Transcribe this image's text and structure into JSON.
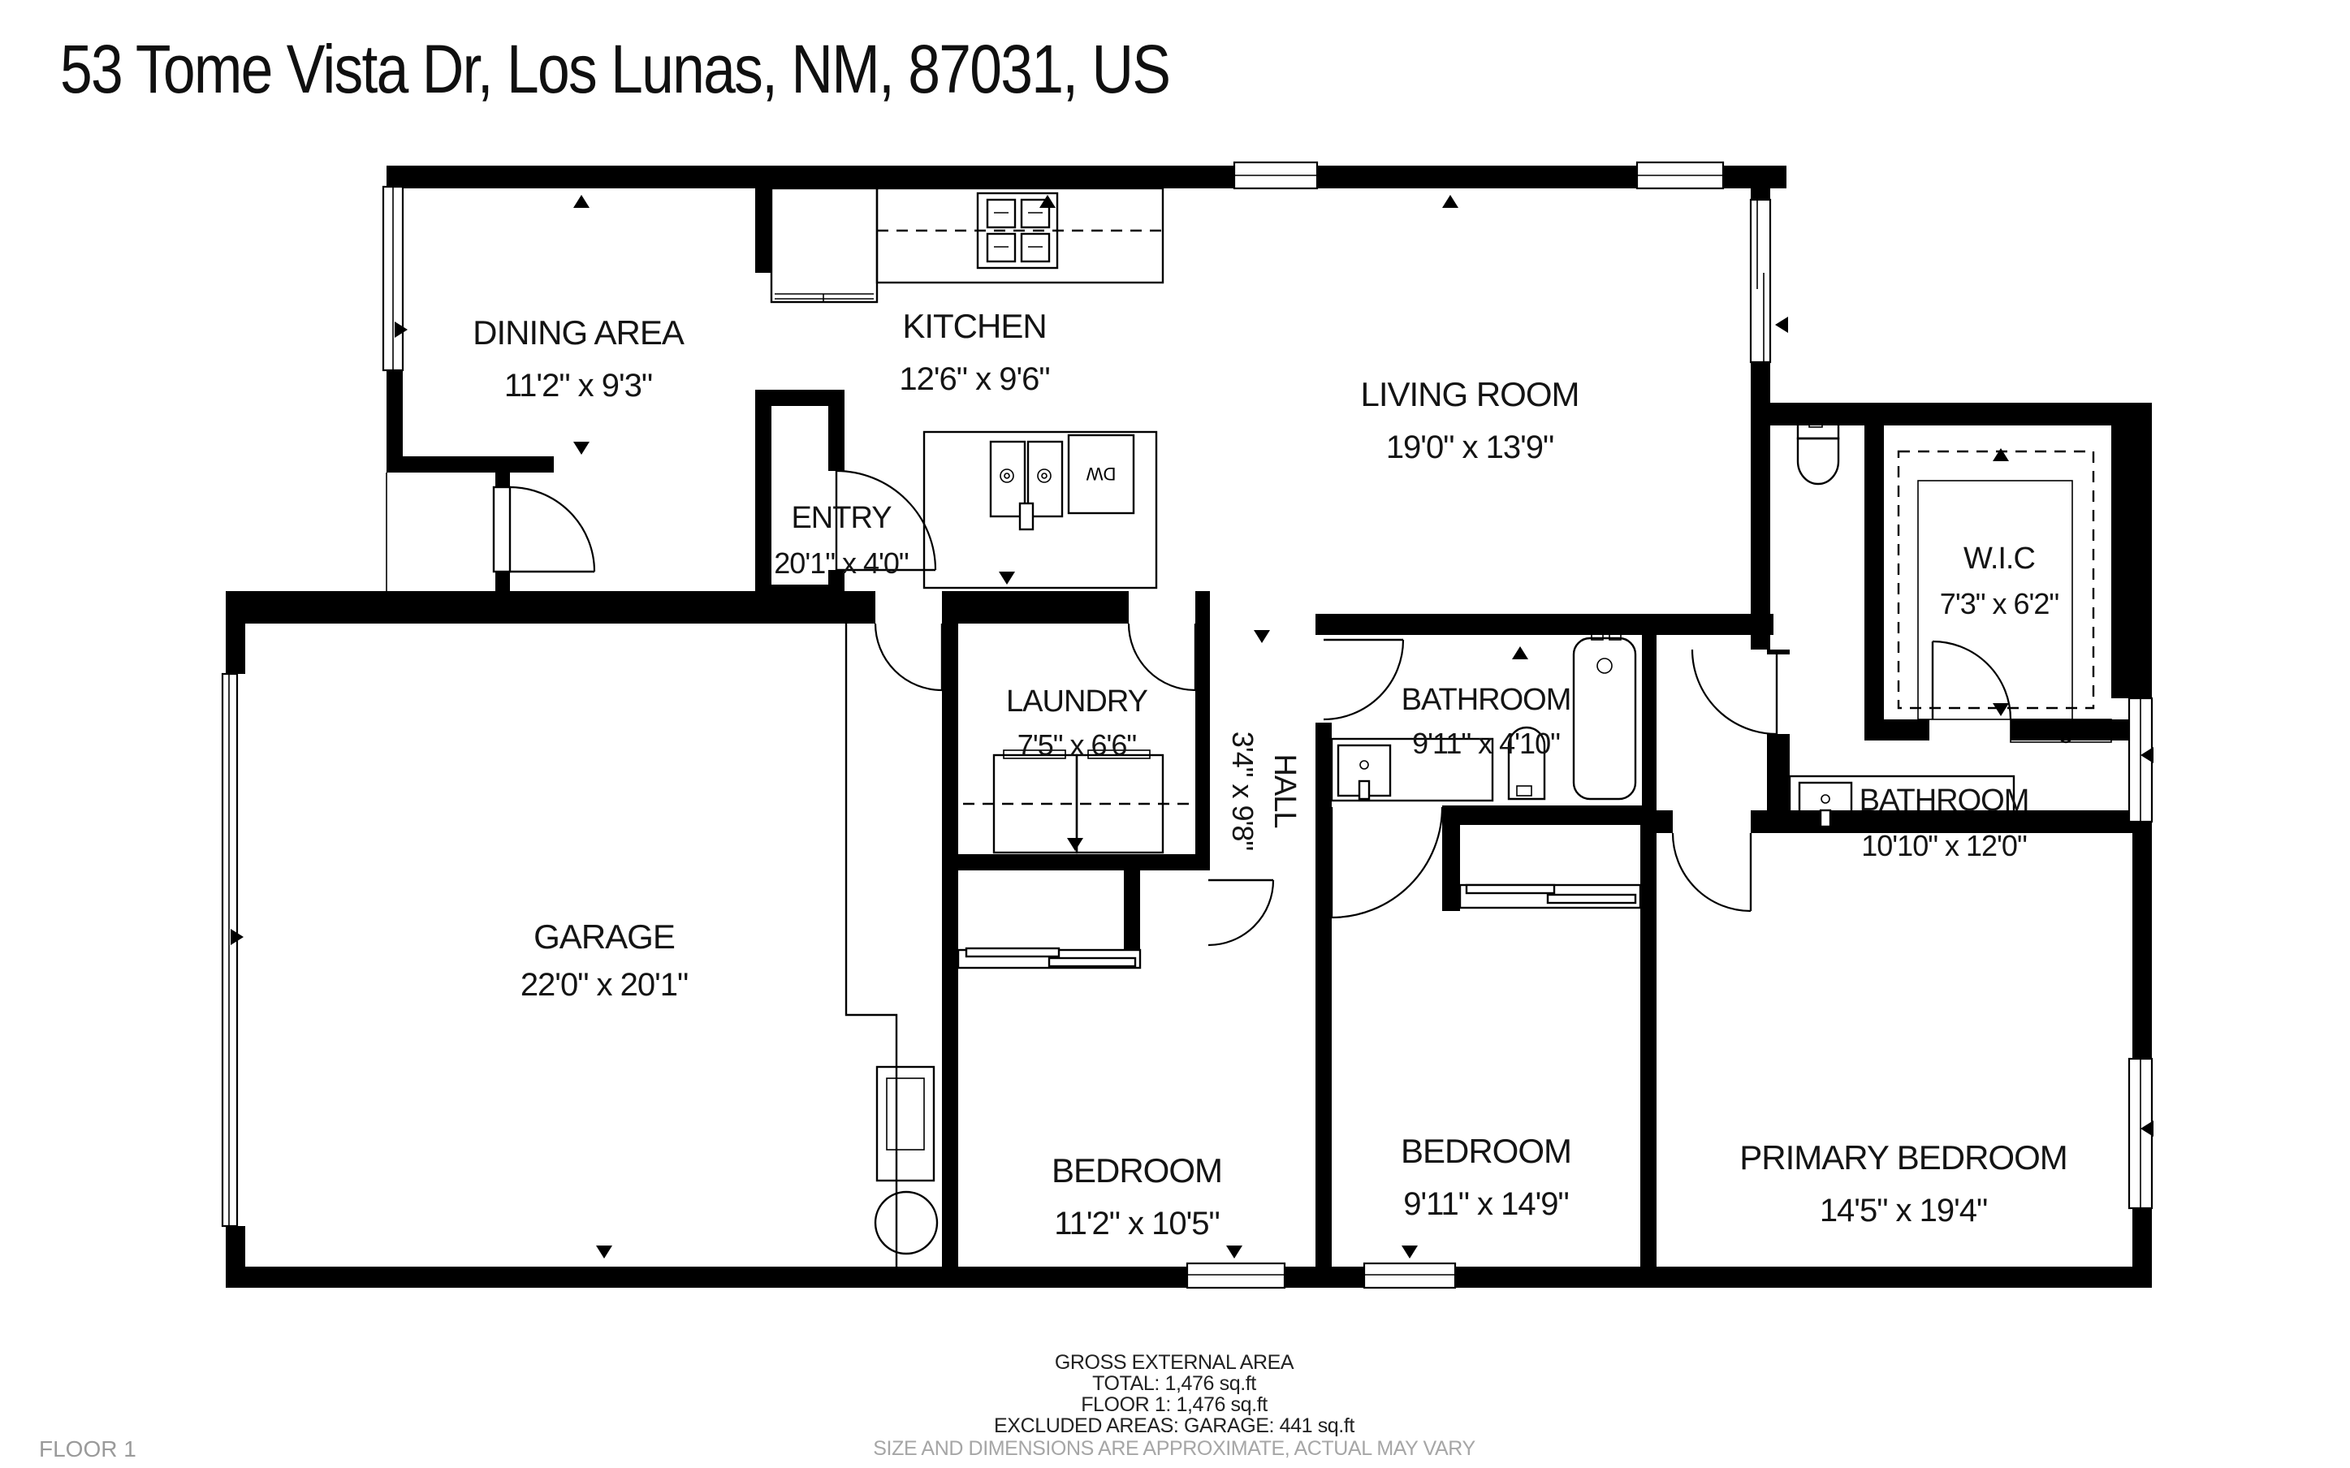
{
  "title": "53 Tome Vista Dr, Los Lunas, NM, 87031, US",
  "floor_label": "FLOOR 1",
  "footer": {
    "heading": "GROSS EXTERNAL AREA",
    "total": "TOTAL: 1,476 sq.ft",
    "floor1": "FLOOR 1: 1,476 sq.ft",
    "excluded": "EXCLUDED AREAS: GARAGE: 441 sq.ft",
    "disclaimer": "SIZE AND DIMENSIONS ARE APPROXIMATE, ACTUAL MAY VARY"
  },
  "rooms": [
    {
      "name": "DINING AREA",
      "dims": "11'2\" x 9'3\""
    },
    {
      "name": "KITCHEN",
      "dims": "12'6\" x 9'6\""
    },
    {
      "name": "LIVING ROOM",
      "dims": "19'0\" x 13'9\""
    },
    {
      "name": "ENTRY",
      "dims": "20'1\" x 4'0\""
    },
    {
      "name": "W.I.C",
      "dims": "7'3\" x 6'2\""
    },
    {
      "name": "GARAGE",
      "dims": "22'0\" x 20'1\""
    },
    {
      "name": "LAUNDRY",
      "dims": "7'5\" x 6'6\""
    },
    {
      "name": "HALL",
      "dims": "3'4\" x 9'8\""
    },
    {
      "name": "BATHROOM",
      "dims": "9'11\" x 4'10\""
    },
    {
      "name": "BATHROOM",
      "dims": "10'10\" x 12'0\""
    },
    {
      "name": "BEDROOM",
      "dims": "11'2\" x 10'5\""
    },
    {
      "name": "BEDROOM",
      "dims": "9'11\" x 14'9\""
    },
    {
      "name": "PRIMARY BEDROOM",
      "dims": "14'5\" x 19'4\""
    }
  ],
  "fixtures": {
    "dishwasher_label": "DW"
  },
  "colors": {
    "wall": "#000000",
    "text": "#141414",
    "muted": "#9a9a9a",
    "background": "#ffffff"
  }
}
